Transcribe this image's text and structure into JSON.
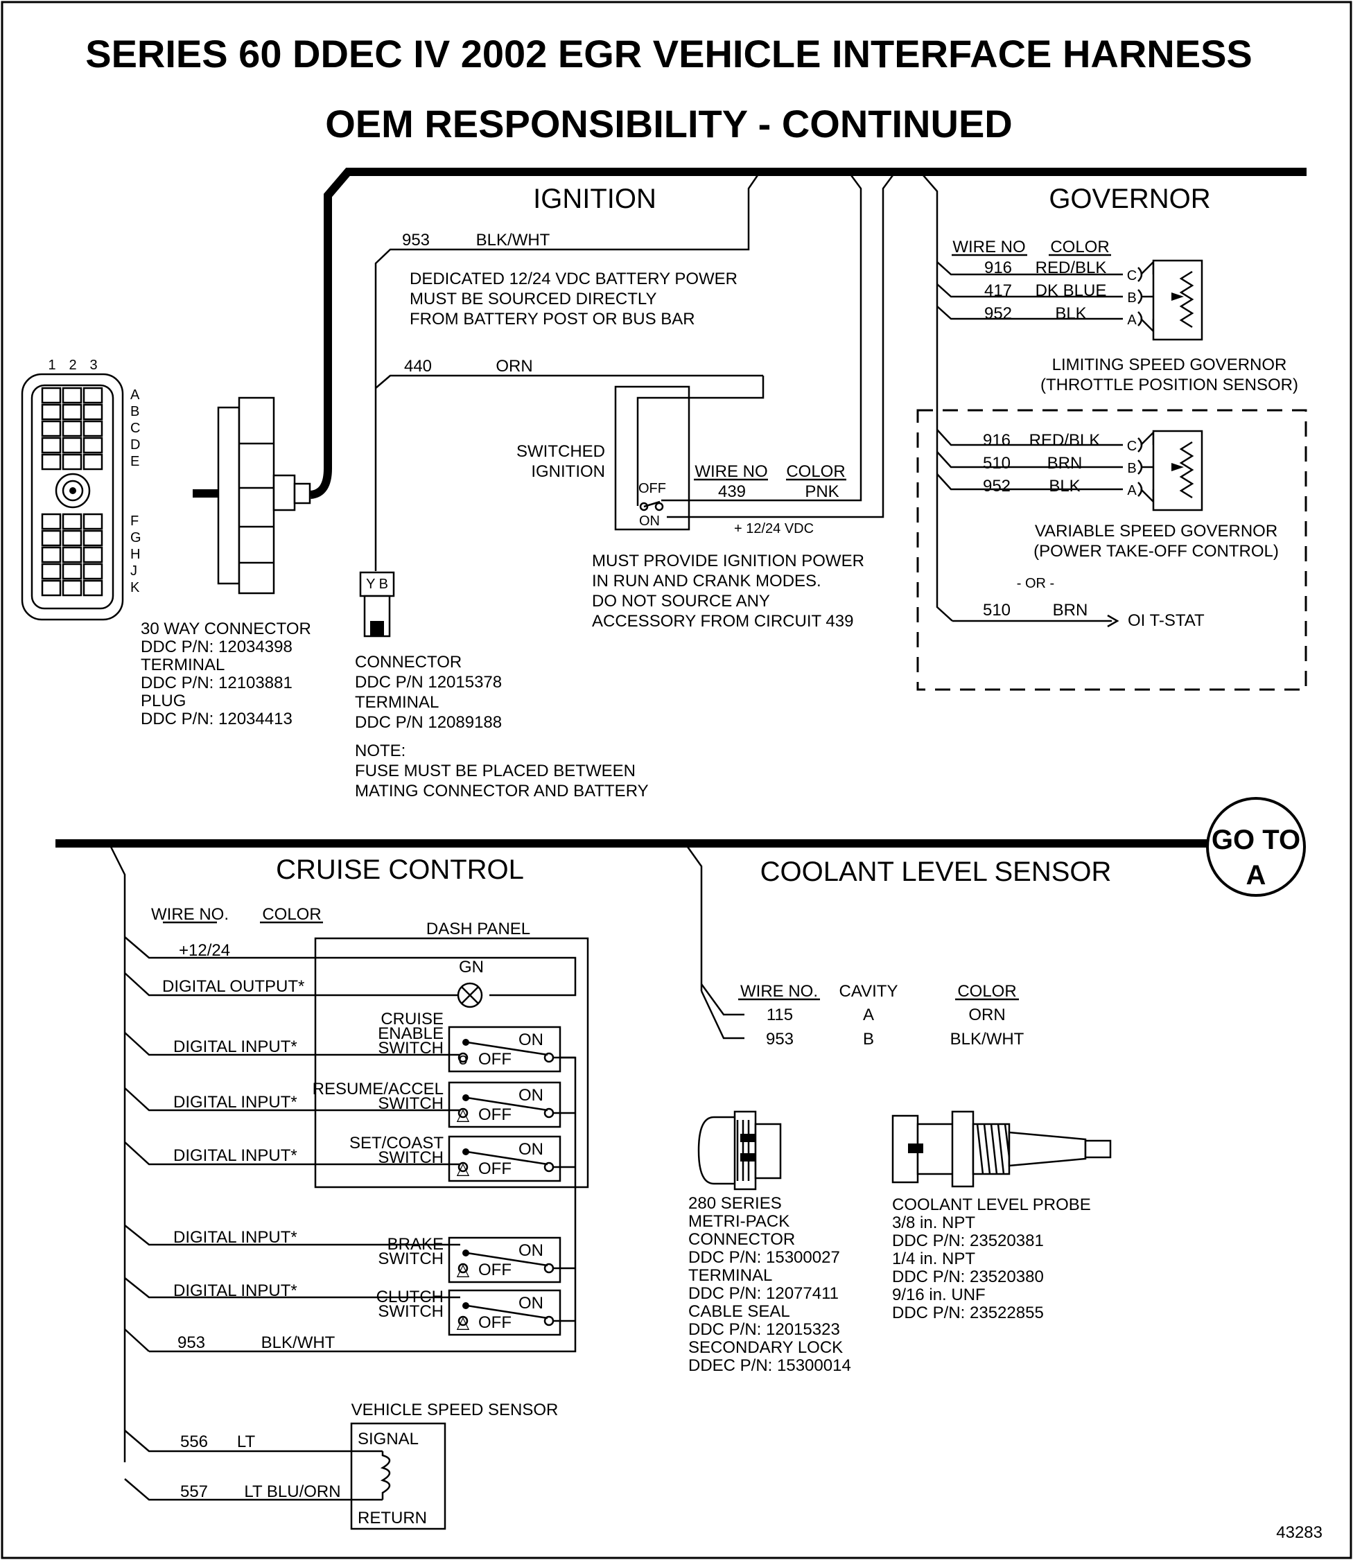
{
  "title": {
    "line1": "SERIES 60 DDEC IV 2002 EGR VEHICLE INTERFACE HARNESS",
    "line2": "OEM RESPONSIBILITY - CONTINUED"
  },
  "ignition": {
    "heading": "IGNITION",
    "wire_953": {
      "no": "953",
      "color": "BLK/WHT"
    },
    "battery_note": [
      "DEDICATED 12/24 VDC BATTERY POWER",
      "MUST BE SOURCED DIRECTLY",
      "FROM BATTERY POST OR BUS BAR"
    ],
    "wire_440": {
      "no": "440",
      "color": "ORN"
    },
    "switched_label": [
      "SWITCHED",
      "IGNITION"
    ],
    "switch_off": "OFF",
    "switch_on": "ON",
    "wire_hdr_no": "WIRE NO",
    "wire_hdr_color": "COLOR",
    "wire_439": {
      "no": "439",
      "color": "PNK"
    },
    "vdc": "+ 12/24 VDC",
    "ignition_note": [
      "MUST PROVIDE IGNITION POWER",
      "IN RUN AND CRANK MODES.",
      "DO NOT SOURCE ANY",
      "ACCESSORY FROM CIRCUIT 439"
    ],
    "connector_note": [
      "CONNECTOR",
      "DDC P/N 12015378",
      "TERMINAL",
      "DDC P/N 12089188"
    ],
    "fuse_note": [
      "NOTE:",
      "FUSE MUST BE PLACED BETWEEN",
      "MATING CONNECTOR AND BATTERY"
    ],
    "pin_labels": "Y B"
  },
  "connector30": {
    "cols": [
      "1",
      "2",
      "3"
    ],
    "rows_top": [
      "A",
      "B",
      "C",
      "D",
      "E"
    ],
    "rows_bottom": [
      "F",
      "G",
      "H",
      "J",
      "K"
    ],
    "caption": [
      "30 WAY CONNECTOR",
      "DDC P/N: 12034398",
      "TERMINAL",
      "DDC P/N: 12103881",
      "PLUG",
      "DDC P/N: 12034413"
    ]
  },
  "governor": {
    "heading": "GOVERNOR",
    "hdr_no": "WIRE NO",
    "hdr_color": "COLOR",
    "limiting_wires": [
      {
        "no": "916",
        "color": "RED/BLK",
        "pin": "C"
      },
      {
        "no": "417",
        "color": "DK BLUE",
        "pin": "B"
      },
      {
        "no": "952",
        "color": "BLK",
        "pin": "A"
      }
    ],
    "limiting_caption": [
      "LIMITING SPEED GOVERNOR",
      "(THROTTLE POSITION SENSOR)"
    ],
    "variable_wires": [
      {
        "no": "916",
        "color": "RED/BLK",
        "pin": "C"
      },
      {
        "no": "510",
        "color": "BRN",
        "pin": "B"
      },
      {
        "no": "952",
        "color": "BLK",
        "pin": "A"
      }
    ],
    "variable_caption": [
      "VARIABLE SPEED GOVERNOR",
      "(POWER TAKE-OFF CONTROL)"
    ],
    "or_label": "- OR -",
    "tstat_wire": {
      "no": "510",
      "color": "BRN"
    },
    "tstat_label": "OI T-STAT"
  },
  "goto": {
    "line1": "GO TO",
    "line2": "A"
  },
  "cruise": {
    "heading": "CRUISE CONTROL",
    "hdr_no": "WIRE NO.",
    "hdr_color": "COLOR",
    "dash_panel": "DASH PANEL",
    "lamp": "GN",
    "power": "+12/24",
    "digital_output": "DIGITAL OUTPUT*",
    "digital_input": "DIGITAL INPUT*",
    "switches": [
      {
        "name": [
          "CRUISE",
          "ENABLE",
          "SWITCH"
        ],
        "on": "ON",
        "off": "OFF",
        "marker": "o"
      },
      {
        "name": [
          "RESUME/ACCEL",
          "SWITCH"
        ],
        "on": "ON",
        "off": "OFF",
        "marker": "△"
      },
      {
        "name": [
          "SET/COAST",
          "SWITCH"
        ],
        "on": "ON",
        "off": "OFF",
        "marker": "△"
      },
      {
        "name": [
          "BRAKE",
          "SWITCH"
        ],
        "on": "ON",
        "off": "OFF",
        "marker": "△"
      },
      {
        "name": [
          "CLUTCH",
          "SWITCH"
        ],
        "on": "ON",
        "off": "OFF",
        "marker": "△"
      }
    ],
    "return_wire": {
      "no": "953",
      "color": "BLK/WHT"
    },
    "vss_title": "VEHICLE SPEED SENSOR",
    "vss_signal": "SIGNAL",
    "vss_return": "RETURN",
    "vss_wires": [
      {
        "no": "556",
        "color": "LT"
      },
      {
        "no": "557",
        "color": "LT BLU/ORN"
      }
    ]
  },
  "coolant": {
    "heading": "COOLANT LEVEL SENSOR",
    "hdr_no": "WIRE NO.",
    "hdr_cavity": "CAVITY",
    "hdr_color": "COLOR",
    "wires": [
      {
        "no": "115",
        "cavity": "A",
        "color": "ORN"
      },
      {
        "no": "953",
        "cavity": "B",
        "color": "BLK/WHT"
      }
    ],
    "connector_caption": [
      "280 SERIES",
      "METRI-PACK",
      "CONNECTOR",
      "DDC P/N: 15300027",
      "TERMINAL",
      "DDC P/N: 12077411",
      "CABLE SEAL",
      "DDC P/N: 12015323",
      "SECONDARY LOCK",
      "DDEC P/N: 15300014"
    ],
    "probe_caption": [
      "COOLANT LEVEL PROBE",
      "3/8 in. NPT",
      "DDC P/N: 23520381",
      "1/4 in. NPT",
      "DDC P/N: 23520380",
      "9/16 in. UNF",
      "DDC P/N: 23522855"
    ]
  },
  "figure_number": "43283"
}
